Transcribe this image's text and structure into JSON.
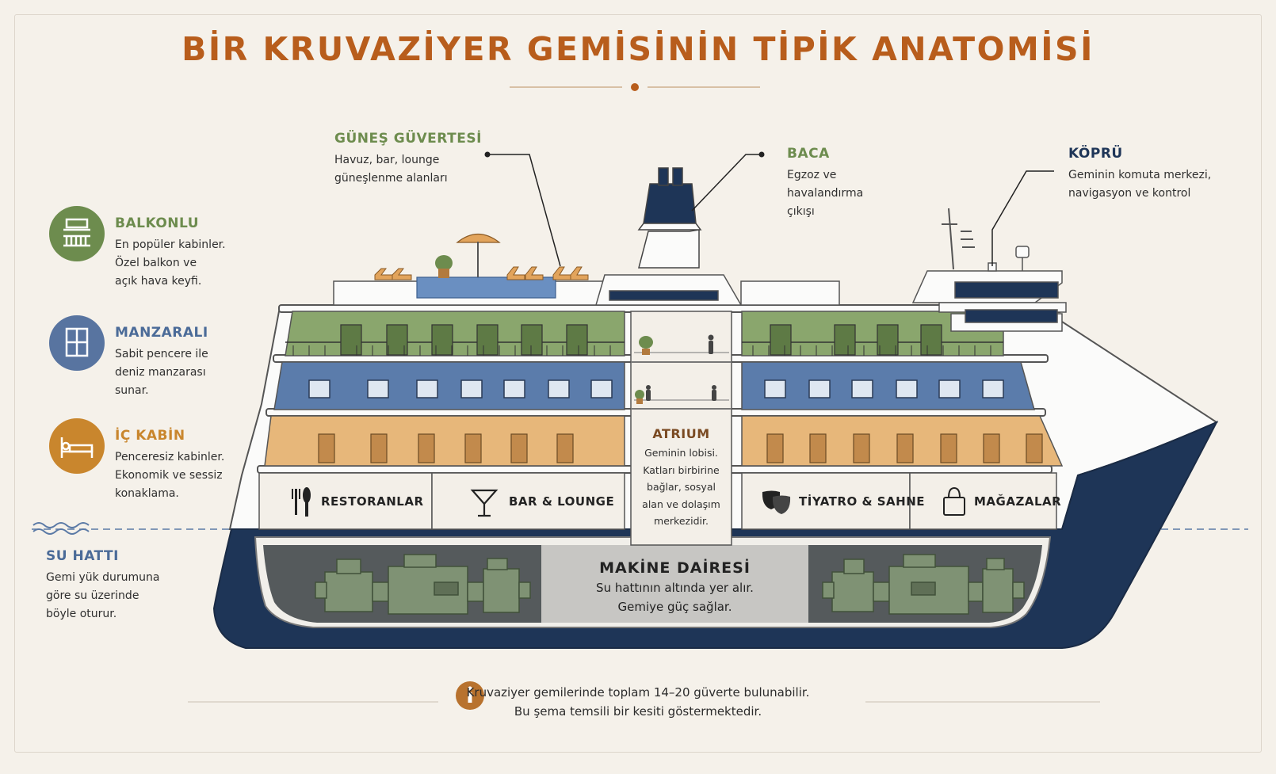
{
  "title": "BİR KRUVAZİYER GEMİSİNİN TİPİK ANATOMİSİ",
  "colors": {
    "accent": "#b85d1c",
    "green": "#6d8c4e",
    "blue": "#4b6b98",
    "orange": "#c9862d",
    "navy": "#1f3658",
    "hull": "#1e3557"
  },
  "legend": [
    {
      "icon": "balcony-icon",
      "title": "BALKONLU",
      "lines": [
        "En popüler kabinler.",
        "Özel balkon ve",
        "açık hava keyfi."
      ]
    },
    {
      "icon": "window-icon",
      "title": "MANZARALI",
      "lines": [
        "Sabit pencere ile",
        "deniz manzarası",
        "sunar."
      ]
    },
    {
      "icon": "bed-icon",
      "title": "İÇ KABİN",
      "lines": [
        "Penceresiz kabinler.",
        "Ekonomik ve sessiz",
        "konaklama."
      ]
    }
  ],
  "waterline": {
    "title": "SU HATTI",
    "lines": [
      "Gemi yük durumuna",
      "göre su üzerinde",
      "böyle oturur."
    ]
  },
  "callouts": {
    "sun_deck": {
      "title": "GÜNEŞ GÜVERTESİ",
      "lines": [
        "Havuz, bar, lounge",
        "güneşlenme alanları"
      ]
    },
    "funnel": {
      "title": "BACA",
      "lines": [
        "Egzoz ve",
        "havalandırma",
        "çıkışı"
      ]
    },
    "bridge": {
      "title": "KÖPRÜ",
      "lines": [
        "Geminin komuta merkezi,",
        "navigasyon ve kontrol"
      ]
    }
  },
  "atrium": {
    "title": "ATRIUM",
    "lines": [
      "Geminin lobisi.",
      "Katları birbirine",
      "bağlar, sosyal",
      "alan ve dolaşım",
      "merkezidir."
    ]
  },
  "venues": {
    "restaurants": "RESTORANLAR",
    "bar": "BAR & LOUNGE",
    "theatre": "TİYATRO & SAHNE",
    "shops": "MAĞAZALAR"
  },
  "engine": {
    "title": "MAKİNE DAİRESİ",
    "lines": [
      "Su hattının altında yer alır.",
      "Gemiye güç sağlar."
    ]
  },
  "note": {
    "lines": [
      "Kruvaziyer gemilerinde toplam 14–20 güverte bulunabilir.",
      "Bu şema temsili bir kesiti göstermektedir."
    ]
  }
}
